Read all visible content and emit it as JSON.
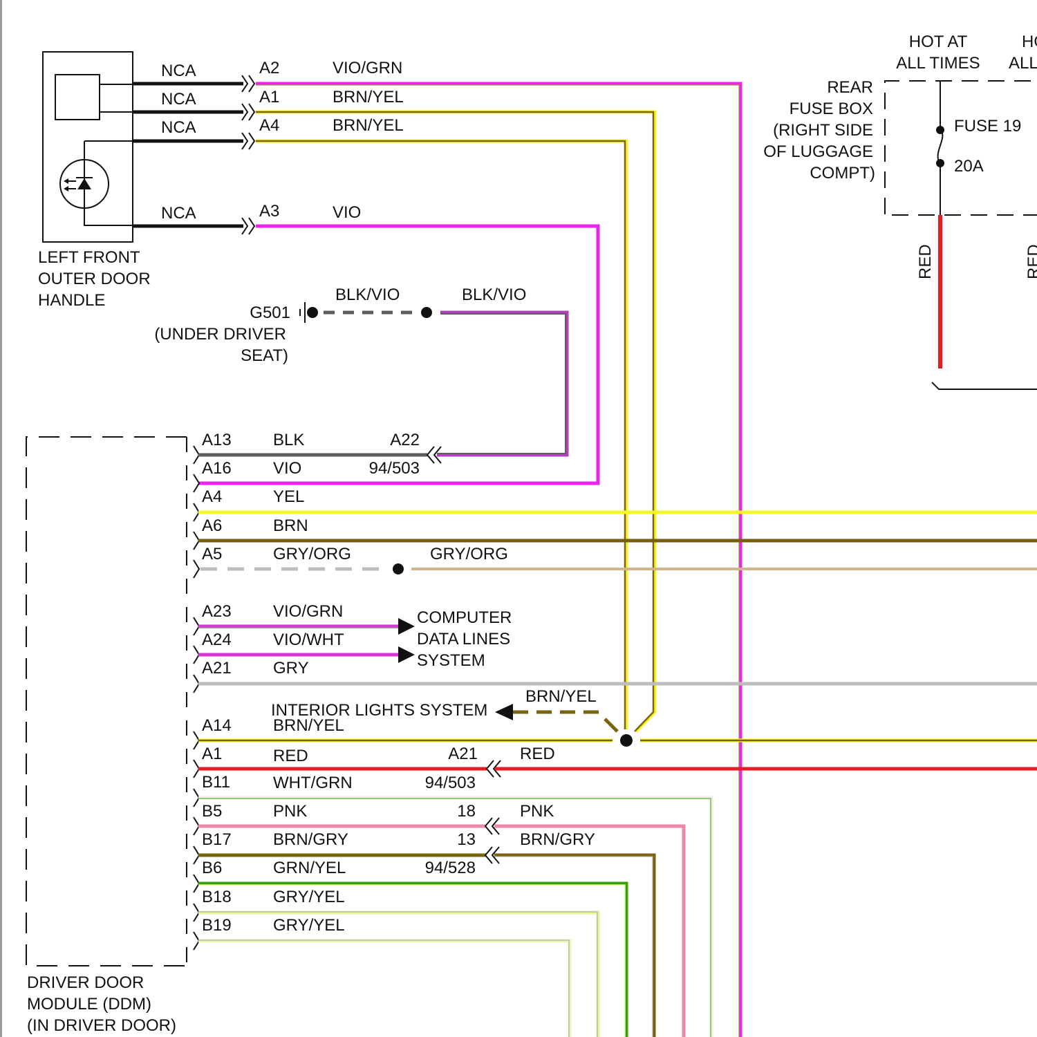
{
  "diagram": {
    "title": "Driver Door Module wiring",
    "components": {
      "door_handle": {
        "label": [
          "LEFT FRONT",
          "OUTER DOOR",
          "HANDLE"
        ]
      },
      "ddm": {
        "label": [
          "DRIVER DOOR",
          "MODULE (DDM)",
          "(IN DRIVER DOOR)"
        ]
      },
      "fuse_box": {
        "label": [
          "REAR",
          "FUSE BOX",
          "(RIGHT SIDE",
          "OF LUGGAGE",
          "COMPT)"
        ],
        "fuse_name": "FUSE 19",
        "fuse_rating": "20A",
        "hot_label_1": [
          "HOT AT",
          "ALL TIMES"
        ],
        "hot_label_2": [
          "HO",
          "ALL"
        ],
        "output_wire_1": "RED",
        "output_wire_2": "RED"
      },
      "ground": {
        "name": "G501",
        "location": [
          "(UNDER DRIVER",
          "SEAT)"
        ],
        "wire_1": "BLK/VIO",
        "wire_2": "BLK/VIO"
      }
    },
    "handle_wires": [
      {
        "nca": "NCA",
        "pin": "A2",
        "color_name": "VIO/GRN"
      },
      {
        "nca": "NCA",
        "pin": "A1",
        "color_name": "BRN/YEL"
      },
      {
        "nca": "NCA",
        "pin": "A4",
        "color_name": "BRN/YEL"
      },
      {
        "nca": "NCA",
        "pin": "A3",
        "color_name": "VIO"
      }
    ],
    "ddm_pins": [
      {
        "pin": "A13",
        "color_name": "BLK"
      },
      {
        "pin": "A16",
        "color_name": "VIO"
      },
      {
        "pin": "A4",
        "color_name": "YEL"
      },
      {
        "pin": "A6",
        "color_name": "BRN"
      },
      {
        "pin": "A5",
        "color_name": "GRY/ORG"
      },
      {
        "pin": "A23",
        "color_name": "VIO/GRN"
      },
      {
        "pin": "A24",
        "color_name": "VIO/WHT"
      },
      {
        "pin": "A21",
        "color_name": "GRY"
      },
      {
        "pin": "A14",
        "color_name": "BRN/YEL"
      },
      {
        "pin": "A1",
        "color_name": "RED"
      },
      {
        "pin": "B11",
        "color_name": "WHT/GRN"
      },
      {
        "pin": "B5",
        "color_name": "PNK"
      },
      {
        "pin": "B17",
        "color_name": "BRN/GRY"
      },
      {
        "pin": "B6",
        "color_name": "GRN/YEL"
      },
      {
        "pin": "B18",
        "color_name": "GRY/YEL"
      },
      {
        "pin": "B19",
        "color_name": "GRY/YEL"
      }
    ],
    "inline_connectors": {
      "c1": {
        "pin": "A22",
        "id": "94/503"
      },
      "c2": {
        "pin": "A21",
        "id": "94/503",
        "wire_out": "RED"
      },
      "c3": {
        "pin_1": "18",
        "pin_2": "13",
        "id": "94/528",
        "wire_out_1": "PNK",
        "wire_out_2": "BRN/GRY"
      }
    },
    "annotations": {
      "gry_org_continuation": "GRY/ORG",
      "data_lines": [
        "COMPUTER",
        "DATA LINES",
        "SYSTEM"
      ],
      "interior_lights": "INTERIOR LIGHTS SYSTEM",
      "interior_lights_wire": "BRN/YEL"
    },
    "colors": {
      "vio": "#ee22ee",
      "vio_dark": "#b13fc0",
      "brn_yel_dark": "#7a6410",
      "yellow": "#f5f523",
      "brown": "#7a5c10",
      "tan": "#d2b48c",
      "gray": "#bdbdbd",
      "dark_gray": "#5e5e5e",
      "red": "#e81c24",
      "pink": "#ee88aa",
      "green": "#3aa10e",
      "light_green": "#e3f5a0",
      "black": "#111111"
    }
  }
}
